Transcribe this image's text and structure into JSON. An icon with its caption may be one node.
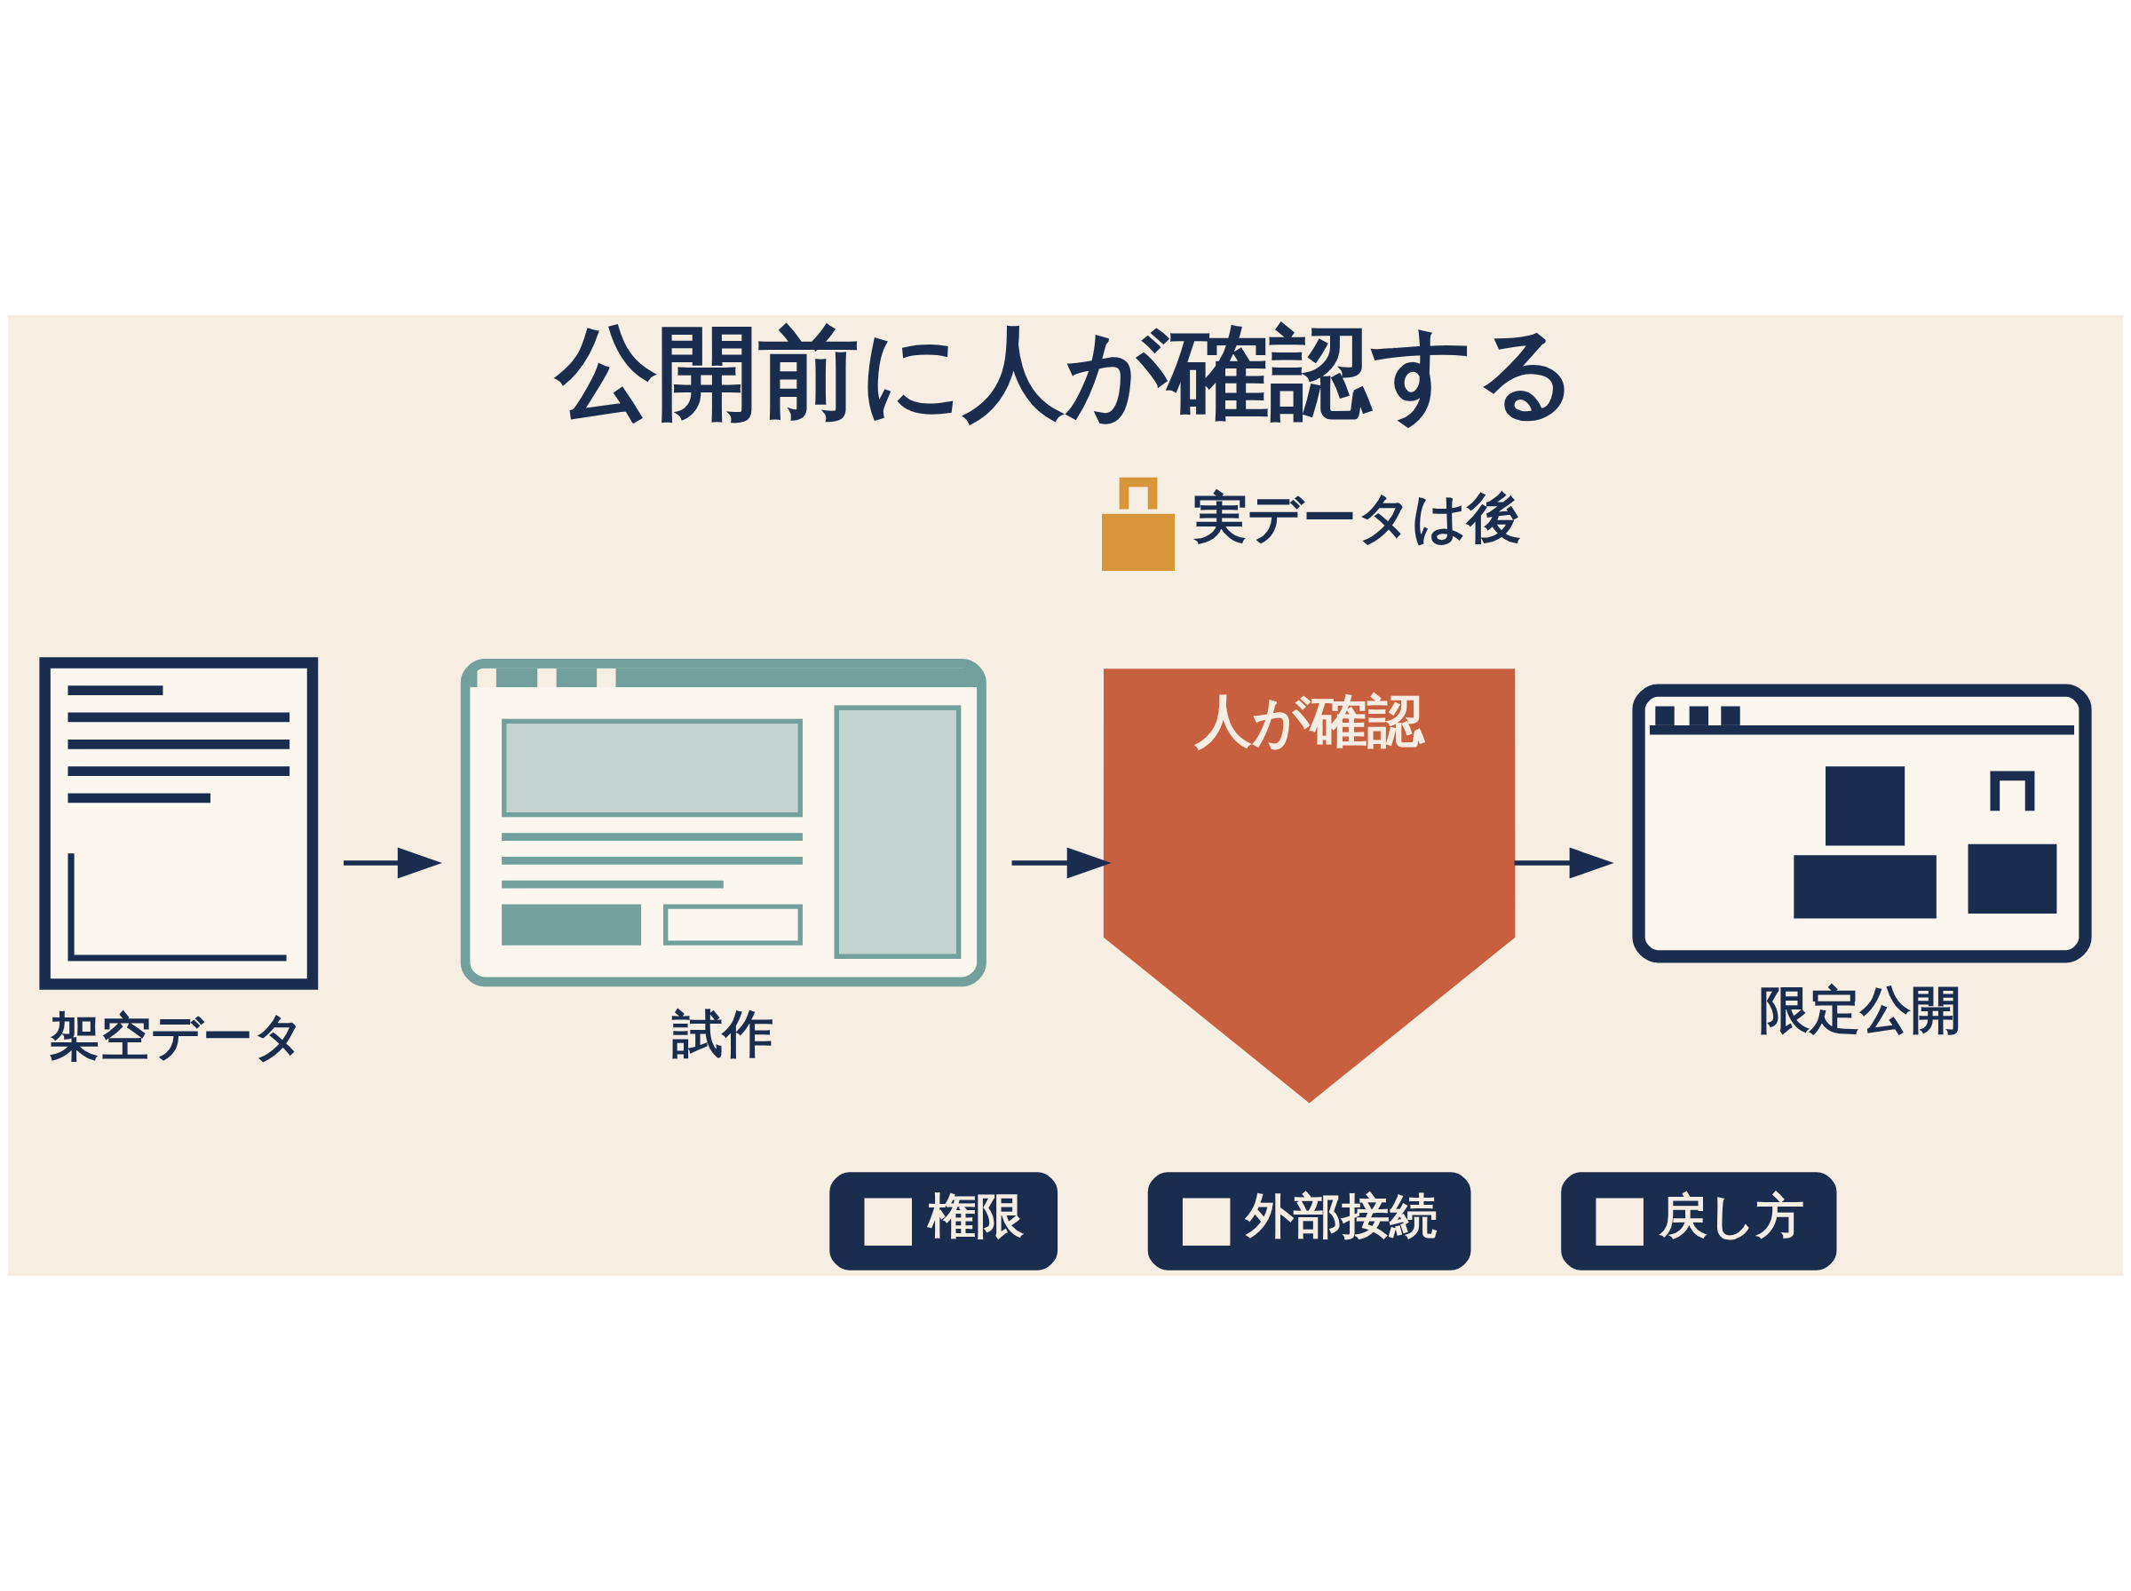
{
  "diagram": {
    "title": "公開前に人が確認する",
    "nodes": [
      {
        "text": [
          "架空データ"
        ]
      },
      {
        "text": [
          "試作"
        ]
      },
      {
        "text": [
          "人が確認"
        ],
        "beside": [
          "実データは後"
        ]
      },
      {
        "text": [
          "限定公開"
        ]
      },
      {
        "text": [
          "権限"
        ]
      },
      {
        "text": [
          "外部接続"
        ]
      },
      {
        "text": [
          "戻し方"
        ]
      }
    ],
    "edges": [
      {
        "from": 0,
        "to": 1,
        "arrow": "to"
      },
      {
        "from": 1,
        "to": 2,
        "arrow": "to"
      },
      {
        "from": 2,
        "to": 3,
        "arrow": "to"
      }
    ]
  }
}
